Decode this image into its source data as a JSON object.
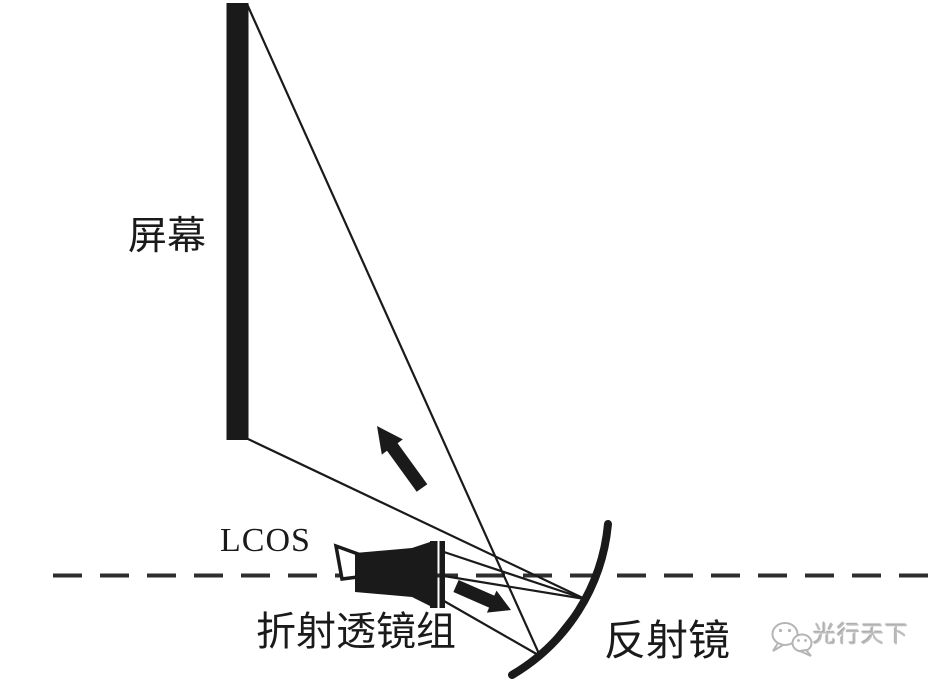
{
  "diagram": {
    "labels": {
      "screen": "屏幕",
      "lcos": "LCOS",
      "lens_group": "折射透镜组",
      "mirror": "反射镜"
    },
    "watermark": {
      "text": "光行天下"
    },
    "colors": {
      "ink": "#1a1a1a",
      "background": "#ffffff",
      "watermark_gray": "#bdbdbd"
    }
  }
}
